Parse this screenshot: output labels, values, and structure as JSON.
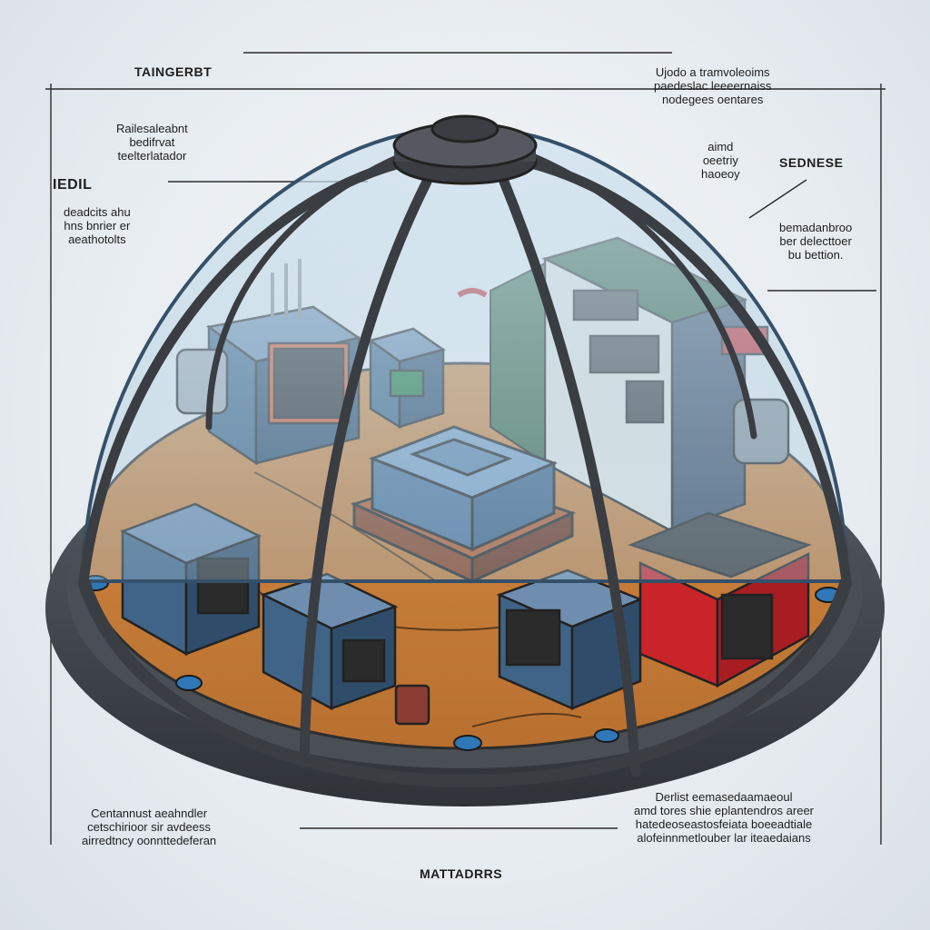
{
  "labels": {
    "top_left_title": "TAINGERBT",
    "top_right": [
      "Ujodo a tramvoleoims",
      "paedeslac leeeernaiss",
      "nodegees oentares"
    ],
    "upper_left_block": [
      "Railesaleabnt",
      "bedifrvat",
      "teelterlatador"
    ],
    "left_head": "IEDIL",
    "left_block": [
      "deadcits ahu",
      "hns bnrier er",
      "aeathotolts"
    ],
    "center_right_block": [
      "aimd",
      "oeetriy",
      "haoeoy"
    ],
    "right_head": "SEDNESE",
    "right_block": [
      "bemadanbroo",
      "ber delecttoer",
      "bu bettion."
    ],
    "bottom_left_block": [
      "Centannust aeahndler",
      "cetschirioor sir avdeess",
      "airredtncy oonnttedeferan"
    ],
    "bottom_right_block": [
      "Derlist eemasedaamaeoul",
      "amd tores shie eplantendros areer",
      "hatedeoseastosfeiata boeeadtiale",
      "alofeinnmetlouber lar iteaedaians"
    ],
    "bottom_center": "MATTADRRS"
  },
  "colors": {
    "dome_frame": "#3a3d42",
    "glass": "#9fc3dc",
    "floor": "#c9813f",
    "module_blue": "#3f6487",
    "module_red": "#c8242a",
    "pcb_green": "#2f5e3c"
  }
}
